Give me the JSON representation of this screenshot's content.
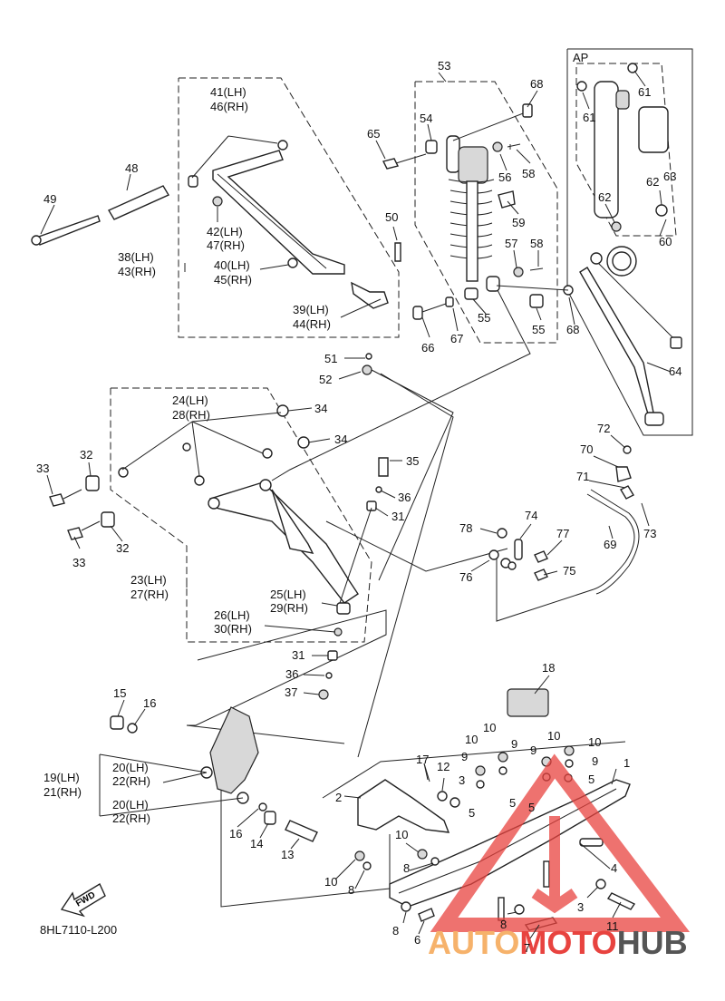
{
  "diagram_code": "8HL7110-L200",
  "direction_label": "FWD",
  "kit_label": "AP",
  "watermark": {
    "part1": "AUTO",
    "part2": "MOTO",
    "part3": "HUB",
    "color1": "#f6b26b",
    "color2": "#e8433f",
    "color3": "#555555"
  },
  "callouts": [
    {
      "id": "c53",
      "text": "53"
    },
    {
      "id": "c68a",
      "text": "68"
    },
    {
      "id": "c54",
      "text": "54"
    },
    {
      "id": "c65",
      "text": "65"
    },
    {
      "id": "c56",
      "text": "56"
    },
    {
      "id": "c58a",
      "text": "58"
    },
    {
      "id": "c59",
      "text": "59"
    },
    {
      "id": "c57",
      "text": "57"
    },
    {
      "id": "c58b",
      "text": "58"
    },
    {
      "id": "c55a",
      "text": "55"
    },
    {
      "id": "c55b",
      "text": "55"
    },
    {
      "id": "c68b",
      "text": "68"
    },
    {
      "id": "c66",
      "text": "66"
    },
    {
      "id": "c67",
      "text": "67"
    },
    {
      "id": "c41",
      "text": "41(LH)"
    },
    {
      "id": "c46",
      "text": "46(RH)"
    },
    {
      "id": "c48",
      "text": "48"
    },
    {
      "id": "c49",
      "text": "49"
    },
    {
      "id": "c42",
      "text": "42(LH)"
    },
    {
      "id": "c47",
      "text": "47(RH)"
    },
    {
      "id": "c38",
      "text": "38(LH)"
    },
    {
      "id": "c43",
      "text": "43(RH)"
    },
    {
      "id": "c40",
      "text": "40(LH)"
    },
    {
      "id": "c45",
      "text": "45(RH)"
    },
    {
      "id": "c50",
      "text": "50"
    },
    {
      "id": "c39",
      "text": "39(LH)"
    },
    {
      "id": "c44",
      "text": "44(RH)"
    },
    {
      "id": "c51",
      "text": "51"
    },
    {
      "id": "c52",
      "text": "52"
    },
    {
      "id": "c61a",
      "text": "61"
    },
    {
      "id": "c61b",
      "text": "61"
    },
    {
      "id": "c63",
      "text": "63"
    },
    {
      "id": "c62a",
      "text": "62"
    },
    {
      "id": "c62b",
      "text": "62"
    },
    {
      "id": "c60",
      "text": "60"
    },
    {
      "id": "c64",
      "text": "64"
    },
    {
      "id": "c24",
      "text": "24(LH)"
    },
    {
      "id": "c28",
      "text": "28(RH)"
    },
    {
      "id": "c34a",
      "text": "34"
    },
    {
      "id": "c34b",
      "text": "34"
    },
    {
      "id": "c32a",
      "text": "32"
    },
    {
      "id": "c33a",
      "text": "33"
    },
    {
      "id": "c32b",
      "text": "32"
    },
    {
      "id": "c33b",
      "text": "33"
    },
    {
      "id": "c35",
      "text": "35"
    },
    {
      "id": "c36a",
      "text": "36"
    },
    {
      "id": "c31a",
      "text": "31"
    },
    {
      "id": "c23",
      "text": "23(LH)"
    },
    {
      "id": "c27",
      "text": "27(RH)"
    },
    {
      "id": "c25",
      "text": "25(LH)"
    },
    {
      "id": "c29",
      "text": "29(RH)"
    },
    {
      "id": "c26",
      "text": "26(LH)"
    },
    {
      "id": "c30",
      "text": "30(RH)"
    },
    {
      "id": "c31b",
      "text": "31"
    },
    {
      "id": "c36b",
      "text": "36"
    },
    {
      "id": "c37",
      "text": "37"
    },
    {
      "id": "c72",
      "text": "72"
    },
    {
      "id": "c70",
      "text": "70"
    },
    {
      "id": "c71",
      "text": "71"
    },
    {
      "id": "c73",
      "text": "73"
    },
    {
      "id": "c69",
      "text": "69"
    },
    {
      "id": "c74",
      "text": "74"
    },
    {
      "id": "c78",
      "text": "78"
    },
    {
      "id": "c77",
      "text": "77"
    },
    {
      "id": "c76",
      "text": "76"
    },
    {
      "id": "c75",
      "text": "75"
    },
    {
      "id": "c18",
      "text": "18"
    },
    {
      "id": "c15",
      "text": "15"
    },
    {
      "id": "c16a",
      "text": "16"
    },
    {
      "id": "c19",
      "text": "19(LH)"
    },
    {
      "id": "c21",
      "text": "21(RH)"
    },
    {
      "id": "c20a",
      "text": "20(LH)"
    },
    {
      "id": "c22a",
      "text": "22(RH)"
    },
    {
      "id": "c20b",
      "text": "20(LH)"
    },
    {
      "id": "c22b",
      "text": "22(RH)"
    },
    {
      "id": "c16b",
      "text": "16"
    },
    {
      "id": "c14",
      "text": "14"
    },
    {
      "id": "c13",
      "text": "13"
    },
    {
      "id": "c10a",
      "text": "10"
    },
    {
      "id": "c10b",
      "text": "10"
    },
    {
      "id": "c10c",
      "text": "10"
    },
    {
      "id": "c10d",
      "text": "10"
    },
    {
      "id": "c9a",
      "text": "9"
    },
    {
      "id": "c9b",
      "text": "9"
    },
    {
      "id": "c9c",
      "text": "9"
    },
    {
      "id": "c9d",
      "text": "9"
    },
    {
      "id": "c5a",
      "text": "5"
    },
    {
      "id": "c5b",
      "text": "5"
    },
    {
      "id": "c5c",
      "text": "5"
    },
    {
      "id": "c5d",
      "text": "5"
    },
    {
      "id": "c1",
      "text": "1"
    },
    {
      "id": "c17",
      "text": "17"
    },
    {
      "id": "c12",
      "text": "12"
    },
    {
      "id": "c3a",
      "text": "3"
    },
    {
      "id": "c2",
      "text": "2"
    },
    {
      "id": "c10e",
      "text": "10"
    },
    {
      "id": "c8a",
      "text": "8"
    },
    {
      "id": "c4",
      "text": "4"
    },
    {
      "id": "c10f",
      "text": "10"
    },
    {
      "id": "c8b",
      "text": "8"
    },
    {
      "id": "c3b",
      "text": "3"
    },
    {
      "id": "c8c",
      "text": "8"
    },
    {
      "id": "c8d",
      "text": "8"
    },
    {
      "id": "c6",
      "text": "6"
    },
    {
      "id": "c7",
      "text": "7"
    },
    {
      "id": "c11",
      "text": "11"
    }
  ]
}
